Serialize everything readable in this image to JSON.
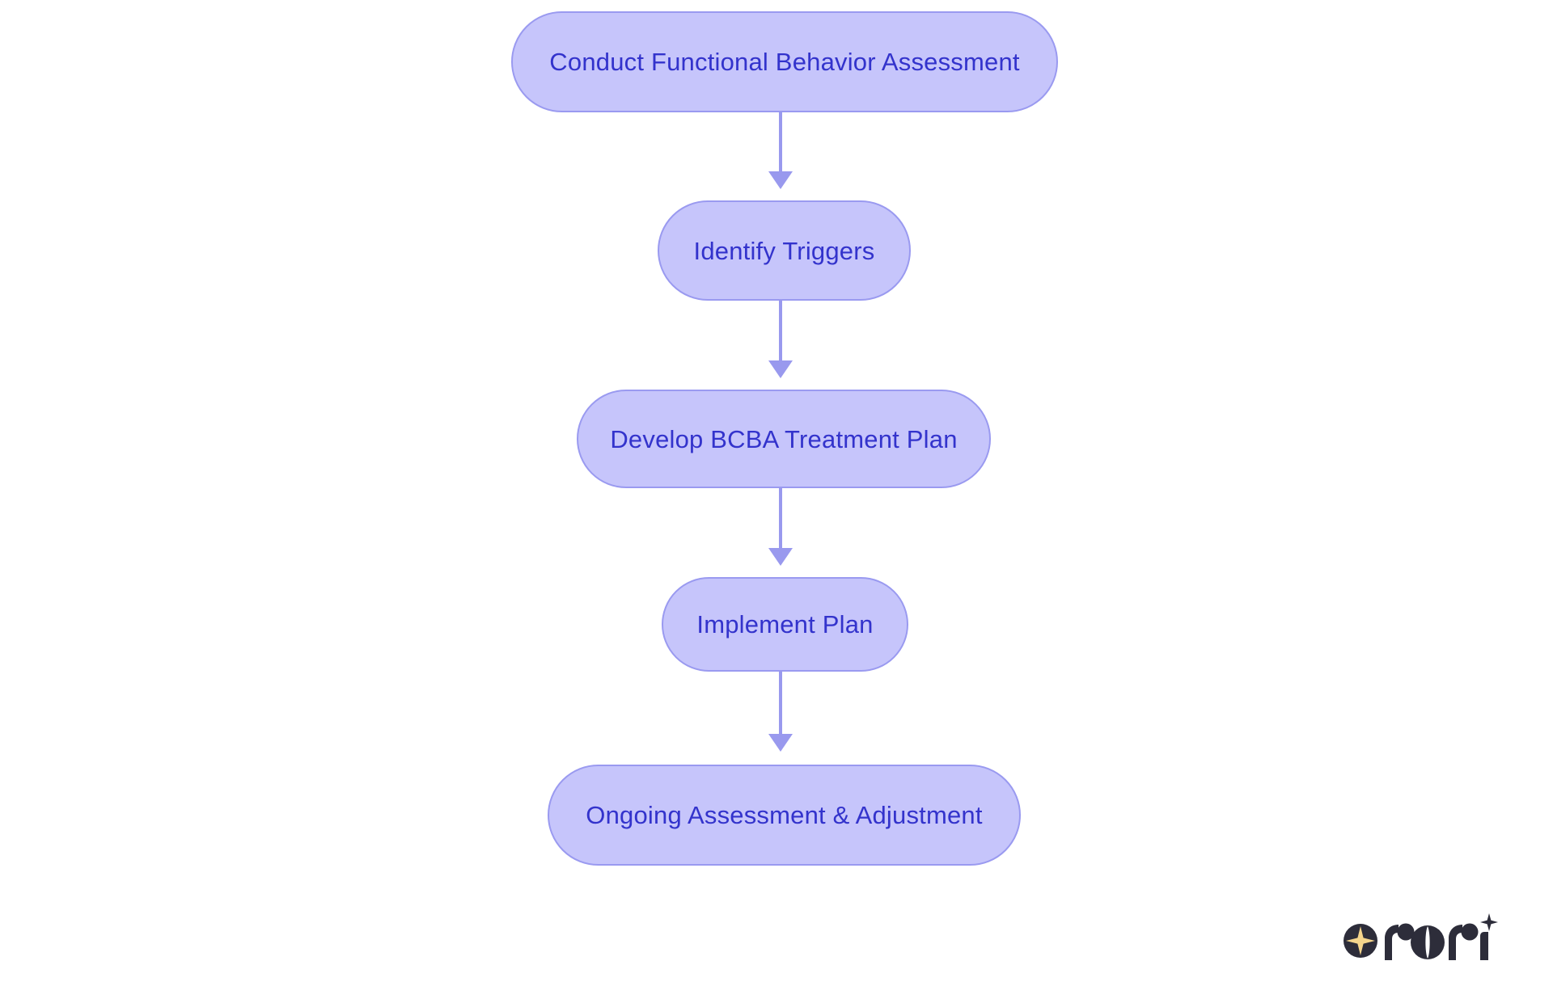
{
  "diagram": {
    "type": "flowchart",
    "orientation": "top-to-bottom",
    "title": "",
    "background_color": "#ffffff",
    "node_fill_color": "#c6c5fb",
    "node_border_color": "#9a9af0",
    "node_text_color": "#3333cc",
    "connector_color": "#9999ee",
    "nodes": [
      {
        "id": "n1",
        "label": "Conduct Functional Behavior Assessment",
        "shape": "stadium"
      },
      {
        "id": "n2",
        "label": "Identify Triggers",
        "shape": "stadium"
      },
      {
        "id": "n3",
        "label": "Develop BCBA Treatment Plan",
        "shape": "stadium"
      },
      {
        "id": "n4",
        "label": "Implement Plan",
        "shape": "stadium"
      },
      {
        "id": "n5",
        "label": "Ongoing Assessment & Adjustment",
        "shape": "stadium"
      }
    ],
    "edges": [
      {
        "from": "n1",
        "to": "n2",
        "label": "",
        "arrow": "down"
      },
      {
        "from": "n2",
        "to": "n3",
        "label": "",
        "arrow": "down"
      },
      {
        "from": "n3",
        "to": "n4",
        "label": "",
        "arrow": "down"
      },
      {
        "from": "n4",
        "to": "n5",
        "label": "",
        "arrow": "down"
      }
    ]
  },
  "branding": {
    "wordmark": "rori",
    "mark_icon": "sparkle-star-icon",
    "mark_color": "#2d2d3a",
    "sparkle_color": "#f5d58c"
  }
}
